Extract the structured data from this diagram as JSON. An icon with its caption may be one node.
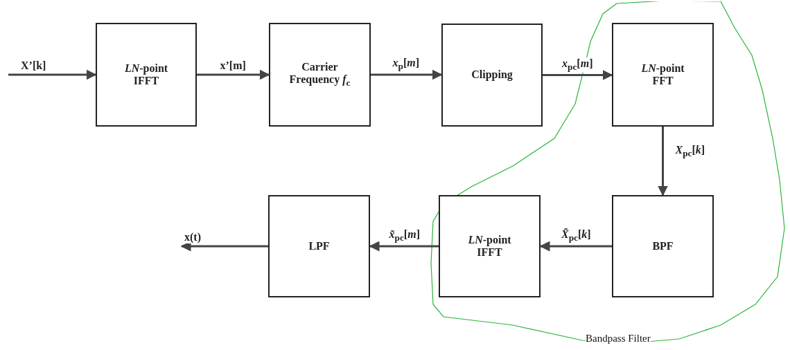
{
  "diagram": {
    "nodes": [
      {
        "text": [
          "*LN*-point IFFT"
        ]
      },
      {
        "text": [
          "Carrier Frequency *f*$_{c}$"
        ]
      },
      {
        "text": [
          "Clipping"
        ]
      },
      {
        "text": [
          "Bandpass Filter"
        ]
      },
      {
        "text": [
          "*LN*-point FFT"
        ],
        "in": 3
      },
      {
        "text": [
          "BPF"
        ],
        "in": 3
      },
      {
        "text": [
          "*LN*-point IFFT"
        ],
        "in": 3
      },
      {
        "text": [
          "LPF"
        ]
      }
    ],
    "edges": [
      {
        "from": null,
        "to": 0,
        "arrow": "to",
        "label": "X’[k]"
      },
      {
        "from": 0,
        "to": 1,
        "arrow": "to",
        "label": "x’[m]"
      },
      {
        "from": 1,
        "to": 2,
        "arrow": "to",
        "label": "*x*$_{p}$[*m*]"
      },
      {
        "from": 2,
        "to": 4,
        "arrow": "to",
        "label": "*x*$_{pc}$[*m*]"
      },
      {
        "from": 4,
        "to": 5,
        "arrow": "to",
        "label": "*X*$_{pc}$[*k*]"
      },
      {
        "from": 5,
        "to": 6,
        "arrow": "to",
        "label": "*X̃*$_{pc}$[*k*]"
      },
      {
        "from": 6,
        "to": 7,
        "arrow": "to",
        "label": "*x̃*$_{pc}$[*m*]"
      },
      {
        "from": 7,
        "to": null,
        "arrow": "to",
        "label": "x(t)"
      }
    ]
  }
}
